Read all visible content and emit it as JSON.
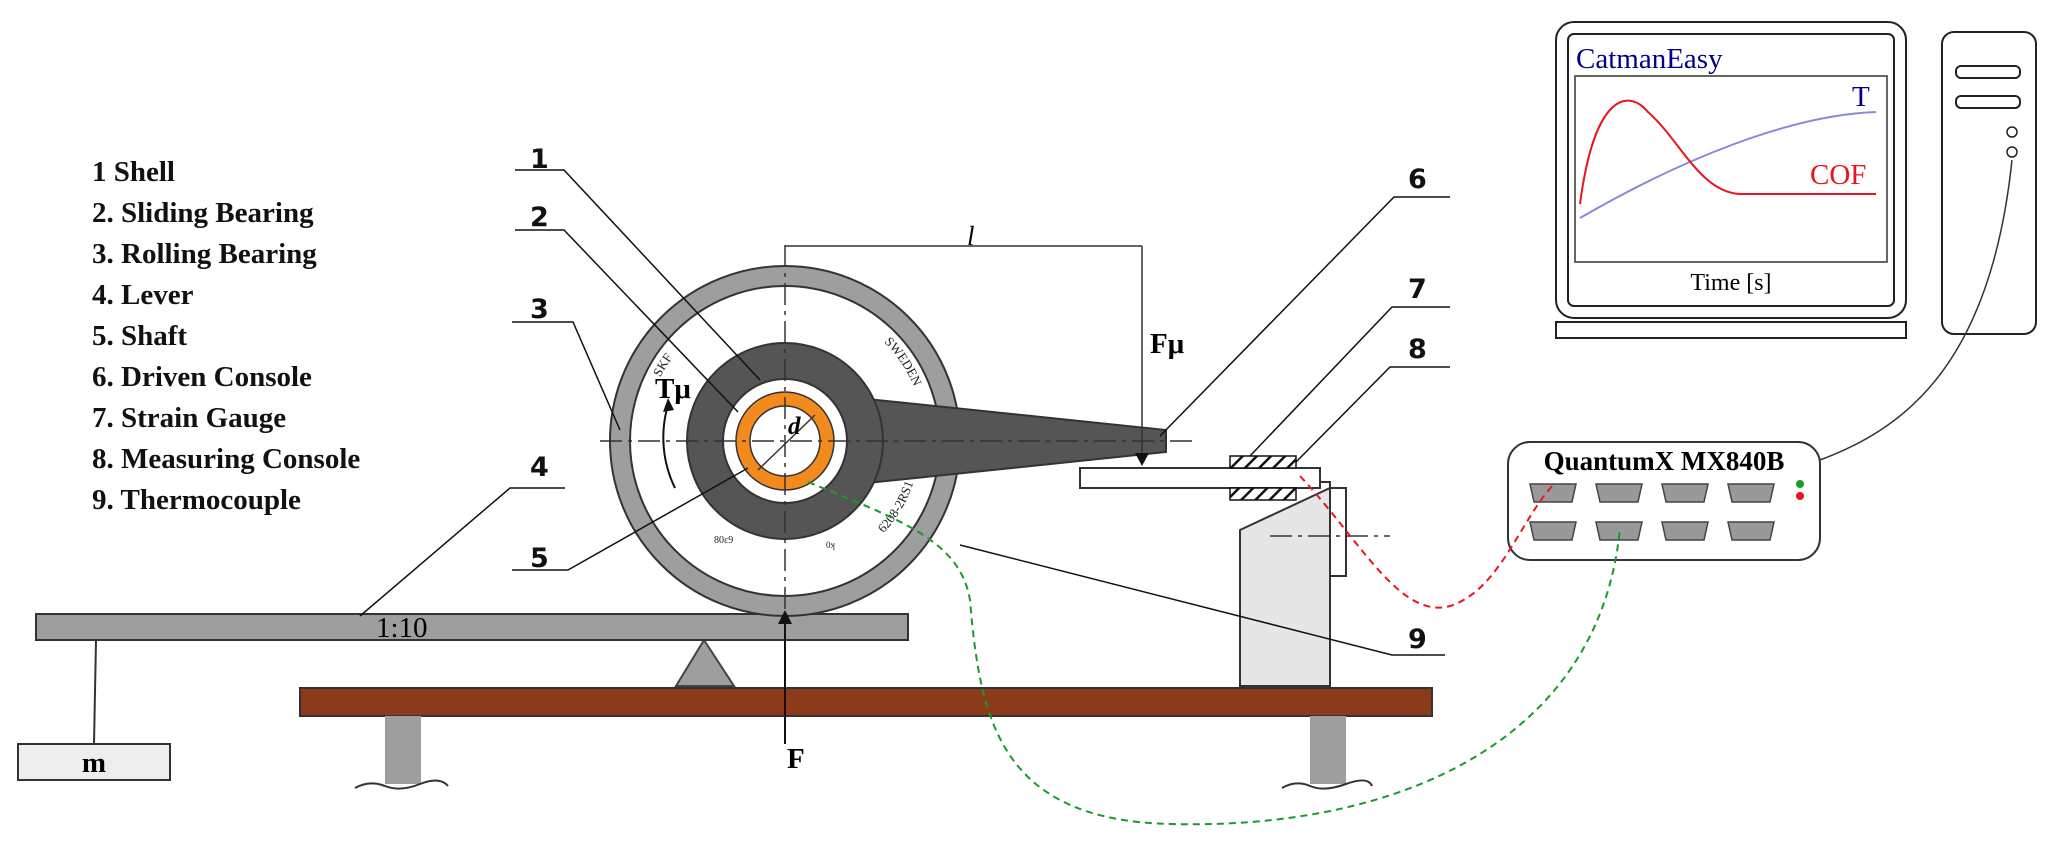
{
  "legend": [
    {
      "text": "1  Shell"
    },
    {
      "text": "2. Sliding Bearing"
    },
    {
      "text": "3. Rolling Bearing"
    },
    {
      "text": "4. Lever"
    },
    {
      "text": "5. Shaft"
    },
    {
      "text": "6. Driven Console"
    },
    {
      "text": "7. Strain Gauge"
    },
    {
      "text": "8. Measuring Console"
    },
    {
      "text": "9. Thermocouple"
    }
  ],
  "callouts": {
    "n1": "1",
    "n2": "2",
    "n3": "3",
    "n4": "4",
    "n5": "5",
    "n6": "6",
    "n7": "7",
    "n8": "8",
    "n9": "9"
  },
  "labels": {
    "length": "l",
    "friction_force": "Fμ",
    "friction_torque": "Tμ",
    "diameter": "d",
    "lever_ratio": "1:10",
    "mass": "m",
    "force": "F"
  },
  "bearing_text": {
    "top": "SWEDEN",
    "left": "SKF",
    "bottom": "6208-2RS1",
    "small1": "80ɛ9",
    "small2": "0ʞ"
  },
  "monitor": {
    "software": "CatmanEasy",
    "series_t": "T",
    "series_cof": "COF",
    "xlabel": "Time [s]"
  },
  "amplifier": {
    "name": "QuantumX MX840B"
  },
  "colors": {
    "cof": "#e8161c",
    "temperature": "#00008b",
    "sliding_bearing": "#f28a1e",
    "base": "#8b3a1a",
    "thermocouple": "#1a9a2a",
    "strain_wire": "#e8161c"
  }
}
